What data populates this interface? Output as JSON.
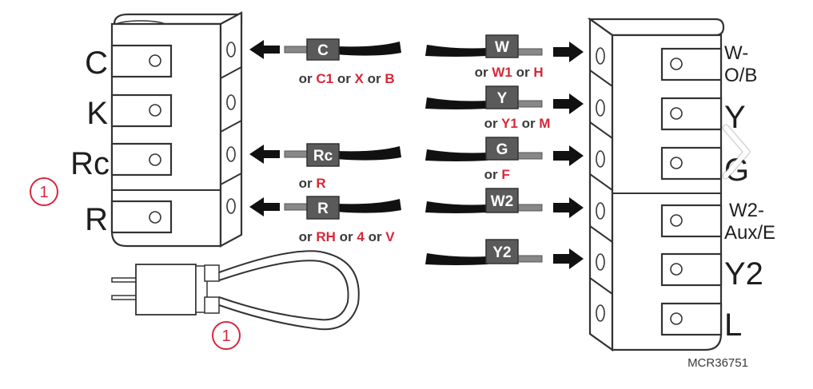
{
  "diagram": {
    "left_block": {
      "terminals": [
        "C",
        "K",
        "Rc",
        "R"
      ]
    },
    "right_block": {
      "terminals": [
        {
          "line1": "W-",
          "line2": "O/B"
        },
        {
          "line1": "Y",
          "line2": ""
        },
        {
          "line1": "G",
          "line2": ""
        },
        {
          "line1": "W2-",
          "line2": "Aux/E"
        },
        {
          "line1": "Y2",
          "line2": ""
        },
        {
          "line1": "L",
          "line2": ""
        }
      ]
    },
    "left_wires": [
      {
        "tag": "C",
        "alternatives": [
          {
            "t": "or ",
            "red": false
          },
          {
            "t": "C1",
            "red": true
          },
          {
            "t": " or ",
            "red": false
          },
          {
            "t": "X",
            "red": true
          },
          {
            "t": " or ",
            "red": false
          },
          {
            "t": "B",
            "red": true
          }
        ]
      },
      {
        "tag": "Rc",
        "alternatives": [
          {
            "t": "or ",
            "red": false
          },
          {
            "t": "R",
            "red": true
          }
        ]
      },
      {
        "tag": "R",
        "alternatives": [
          {
            "t": "or ",
            "red": false
          },
          {
            "t": "RH",
            "red": true
          },
          {
            "t": " or ",
            "red": false
          },
          {
            "t": "4",
            "red": true
          },
          {
            "t": " or ",
            "red": false
          },
          {
            "t": "V",
            "red": true
          }
        ]
      }
    ],
    "right_wires": [
      {
        "tag": "W",
        "alternatives": [
          {
            "t": "or ",
            "red": false
          },
          {
            "t": "W1",
            "red": true
          },
          {
            "t": " or ",
            "red": false
          },
          {
            "t": "H",
            "red": true
          }
        ]
      },
      {
        "tag": "Y",
        "alternatives": [
          {
            "t": "or ",
            "red": false
          },
          {
            "t": "Y1",
            "red": true
          },
          {
            "t": " or ",
            "red": false
          },
          {
            "t": "M",
            "red": true
          }
        ]
      },
      {
        "tag": "G",
        "alternatives": [
          {
            "t": "or ",
            "red": false
          },
          {
            "t": "F",
            "red": true
          }
        ]
      },
      {
        "tag": "W2",
        "alternatives": []
      },
      {
        "tag": "Y2",
        "alternatives": []
      }
    ],
    "callout_number": "1",
    "jumper_callout_number": "1",
    "figure_code": "MCR36751"
  },
  "colors": {
    "accent_red": "#d6283a",
    "tag_gray": "#5a5a5a",
    "wire_black": "#111111"
  },
  "viewer": {
    "next_icon": "chevron-right-icon"
  }
}
